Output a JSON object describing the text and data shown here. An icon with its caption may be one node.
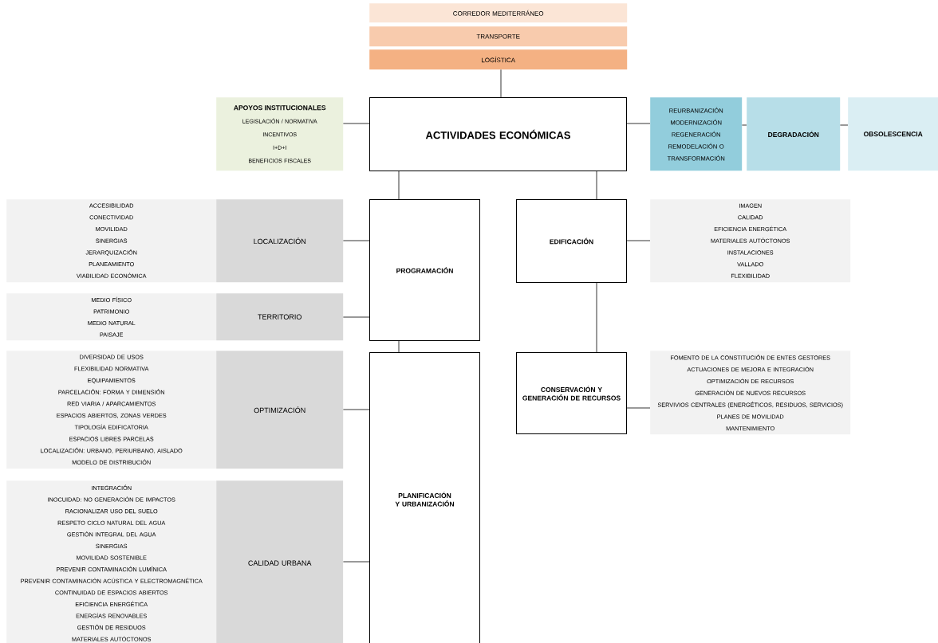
{
  "diagram": {
    "nodes": [
      {
        "text": [
          "CORREDOR MEDITERRÁNEO"
        ]
      },
      {
        "text": [
          "TRANSPORTE"
        ]
      },
      {
        "text": [
          "LOGÍSTICA"
        ]
      },
      {
        "text": [
          "APOYOS INSTITUCIONALES",
          "LEGISLACIÓN / NORMATIVA",
          "INCENTIVOS",
          "I+D+I",
          "BENEFICIOS FISCALES"
        ]
      },
      {
        "text": [
          "ACTIVIDADES ECONÓMICAS"
        ]
      },
      {
        "text": [
          "REURBANIZACIÓN",
          "MODERNIZACIÓN",
          "REGENERACIÓN",
          "REMODELACIÓN O TRANSFORMACIÓN"
        ]
      },
      {
        "text": [
          "DEGRADACIÓN"
        ]
      },
      {
        "text": [
          "OBSOLESCENCIA"
        ]
      },
      {
        "text": [
          "ACCESIBILIDAD",
          "CONECTIVIDAD",
          "MOVILIDAD",
          "SINERGIAS",
          "JERARQUIZACIÓN",
          "PLANEAMIENTO",
          "VIABILIDAD ECONÓMICA"
        ]
      },
      {
        "text": [
          "LOCALIZACIÓN"
        ]
      },
      {
        "text": [
          "PROGRAMACIÓN"
        ]
      },
      {
        "text": [
          "EDIFICACIÓN"
        ]
      },
      {
        "text": [
          "IMAGEN",
          "CALIDAD",
          "EFICIENCIA ENERGÉTICA",
          "MATERIALES AUTÓCTONOS",
          "INSTALACIONES",
          "VALLADO",
          "FLEXIBILIDAD"
        ]
      },
      {
        "text": [
          "MEDIO FÍSICO",
          "PATRIMONIO",
          "MEDIO NATURAL",
          "PAISAJE"
        ]
      },
      {
        "text": [
          "TERRITORIO"
        ]
      },
      {
        "text": [
          "DIVERSIDAD DE USOS",
          "FLEXIBILIDAD NORMATIVA",
          "EQUIPAMIENTOS",
          "PARCELACIÓN: FORMA Y DIMENSIÓN",
          "RED VIARIA / APARCAMIENTOS",
          "ESPACIOS ABIERTOS, ZONAS VERDES",
          "TIPOLOGÍA EDIFICATORIA",
          "ESPACIOS LIBRES PARCELAS",
          "LOCALIZACIÓN: URBANO, PERIURBANO, AISLADO",
          "MODELO DE DISTRIBUCIÓN"
        ]
      },
      {
        "text": [
          "OPTIMIZACIÓN"
        ]
      },
      {
        "text": [
          "PLANIFICACIÓN Y URBANIZACIÓN"
        ]
      },
      {
        "text": [
          "CONSERVACIÓN Y GENERACIÓN DE RECURSOS"
        ]
      },
      {
        "text": [
          "FOMENTO DE LA CONSTITUCIÓN DE ENTES GESTORES",
          "ACTUACIONES DE MEJORA E INTEGRACIÓN",
          "OPTIMIZACIÓN DE RECURSOS",
          "GENERACIÓN DE NUEVOS RECURSOS",
          "SERVIVIOS CENTRALES (ENERGÉTICOS, RESIDUOS, SERVICIOS)",
          "PLANES DE MOVILIDAD",
          "MANTENIMIENTO"
        ]
      },
      {
        "text": [
          "INTEGRACIÓN",
          "INOCUIDAD: NO GENERACIÓN DE IMPACTOS",
          "RACIONALIZAR USO DEL SUELO",
          "RESPETO CICLO NATURAL DEL AGUA",
          "GESTIÓN INTEGRAL DEL AGUA",
          "SINERGIAS",
          "MOVILIDAD SOSTENIBLE",
          "PREVENIR CONTAMINACIÓN LUMÍNICA",
          "PREVENIR CONTAMINACIÓN ACÚSTICA Y ELECTROMAGNÉTICA",
          "CONTINUIDAD DE ESPACIOS ABIERTOS",
          "EFICIENCIA ENERGÉTICA",
          "ENERGÍAS RENOVABLES",
          "GESTIÓN DE RESIDUOS",
          "MATERIALES AUTÓCTONOS"
        ]
      },
      {
        "text": [
          "CALIDAD URBANA"
        ]
      }
    ],
    "edges": [
      {
        "from": 2,
        "to": 4,
        "arrow": "none"
      },
      {
        "from": 3,
        "to": 4,
        "arrow": "none"
      },
      {
        "from": 4,
        "to": 5,
        "arrow": "none"
      },
      {
        "from": 5,
        "to": 6,
        "arrow": "none"
      },
      {
        "from": 6,
        "to": 7,
        "arrow": "none"
      },
      {
        "from": 4,
        "to": 10,
        "arrow": "none"
      },
      {
        "from": 4,
        "to": 11,
        "arrow": "none"
      },
      {
        "from": 9,
        "to": 10,
        "arrow": "none"
      },
      {
        "from": 14,
        "to": 10,
        "arrow": "none"
      },
      {
        "from": 10,
        "to": 17,
        "arrow": "none"
      },
      {
        "from": 11,
        "to": 12,
        "arrow": "none"
      },
      {
        "from": 11,
        "to": 18,
        "arrow": "none"
      },
      {
        "from": 18,
        "to": 19,
        "arrow": "none"
      },
      {
        "from": 16,
        "to": 17,
        "arrow": "none"
      },
      {
        "from": 21,
        "to": 17,
        "arrow": "none"
      }
    ]
  }
}
